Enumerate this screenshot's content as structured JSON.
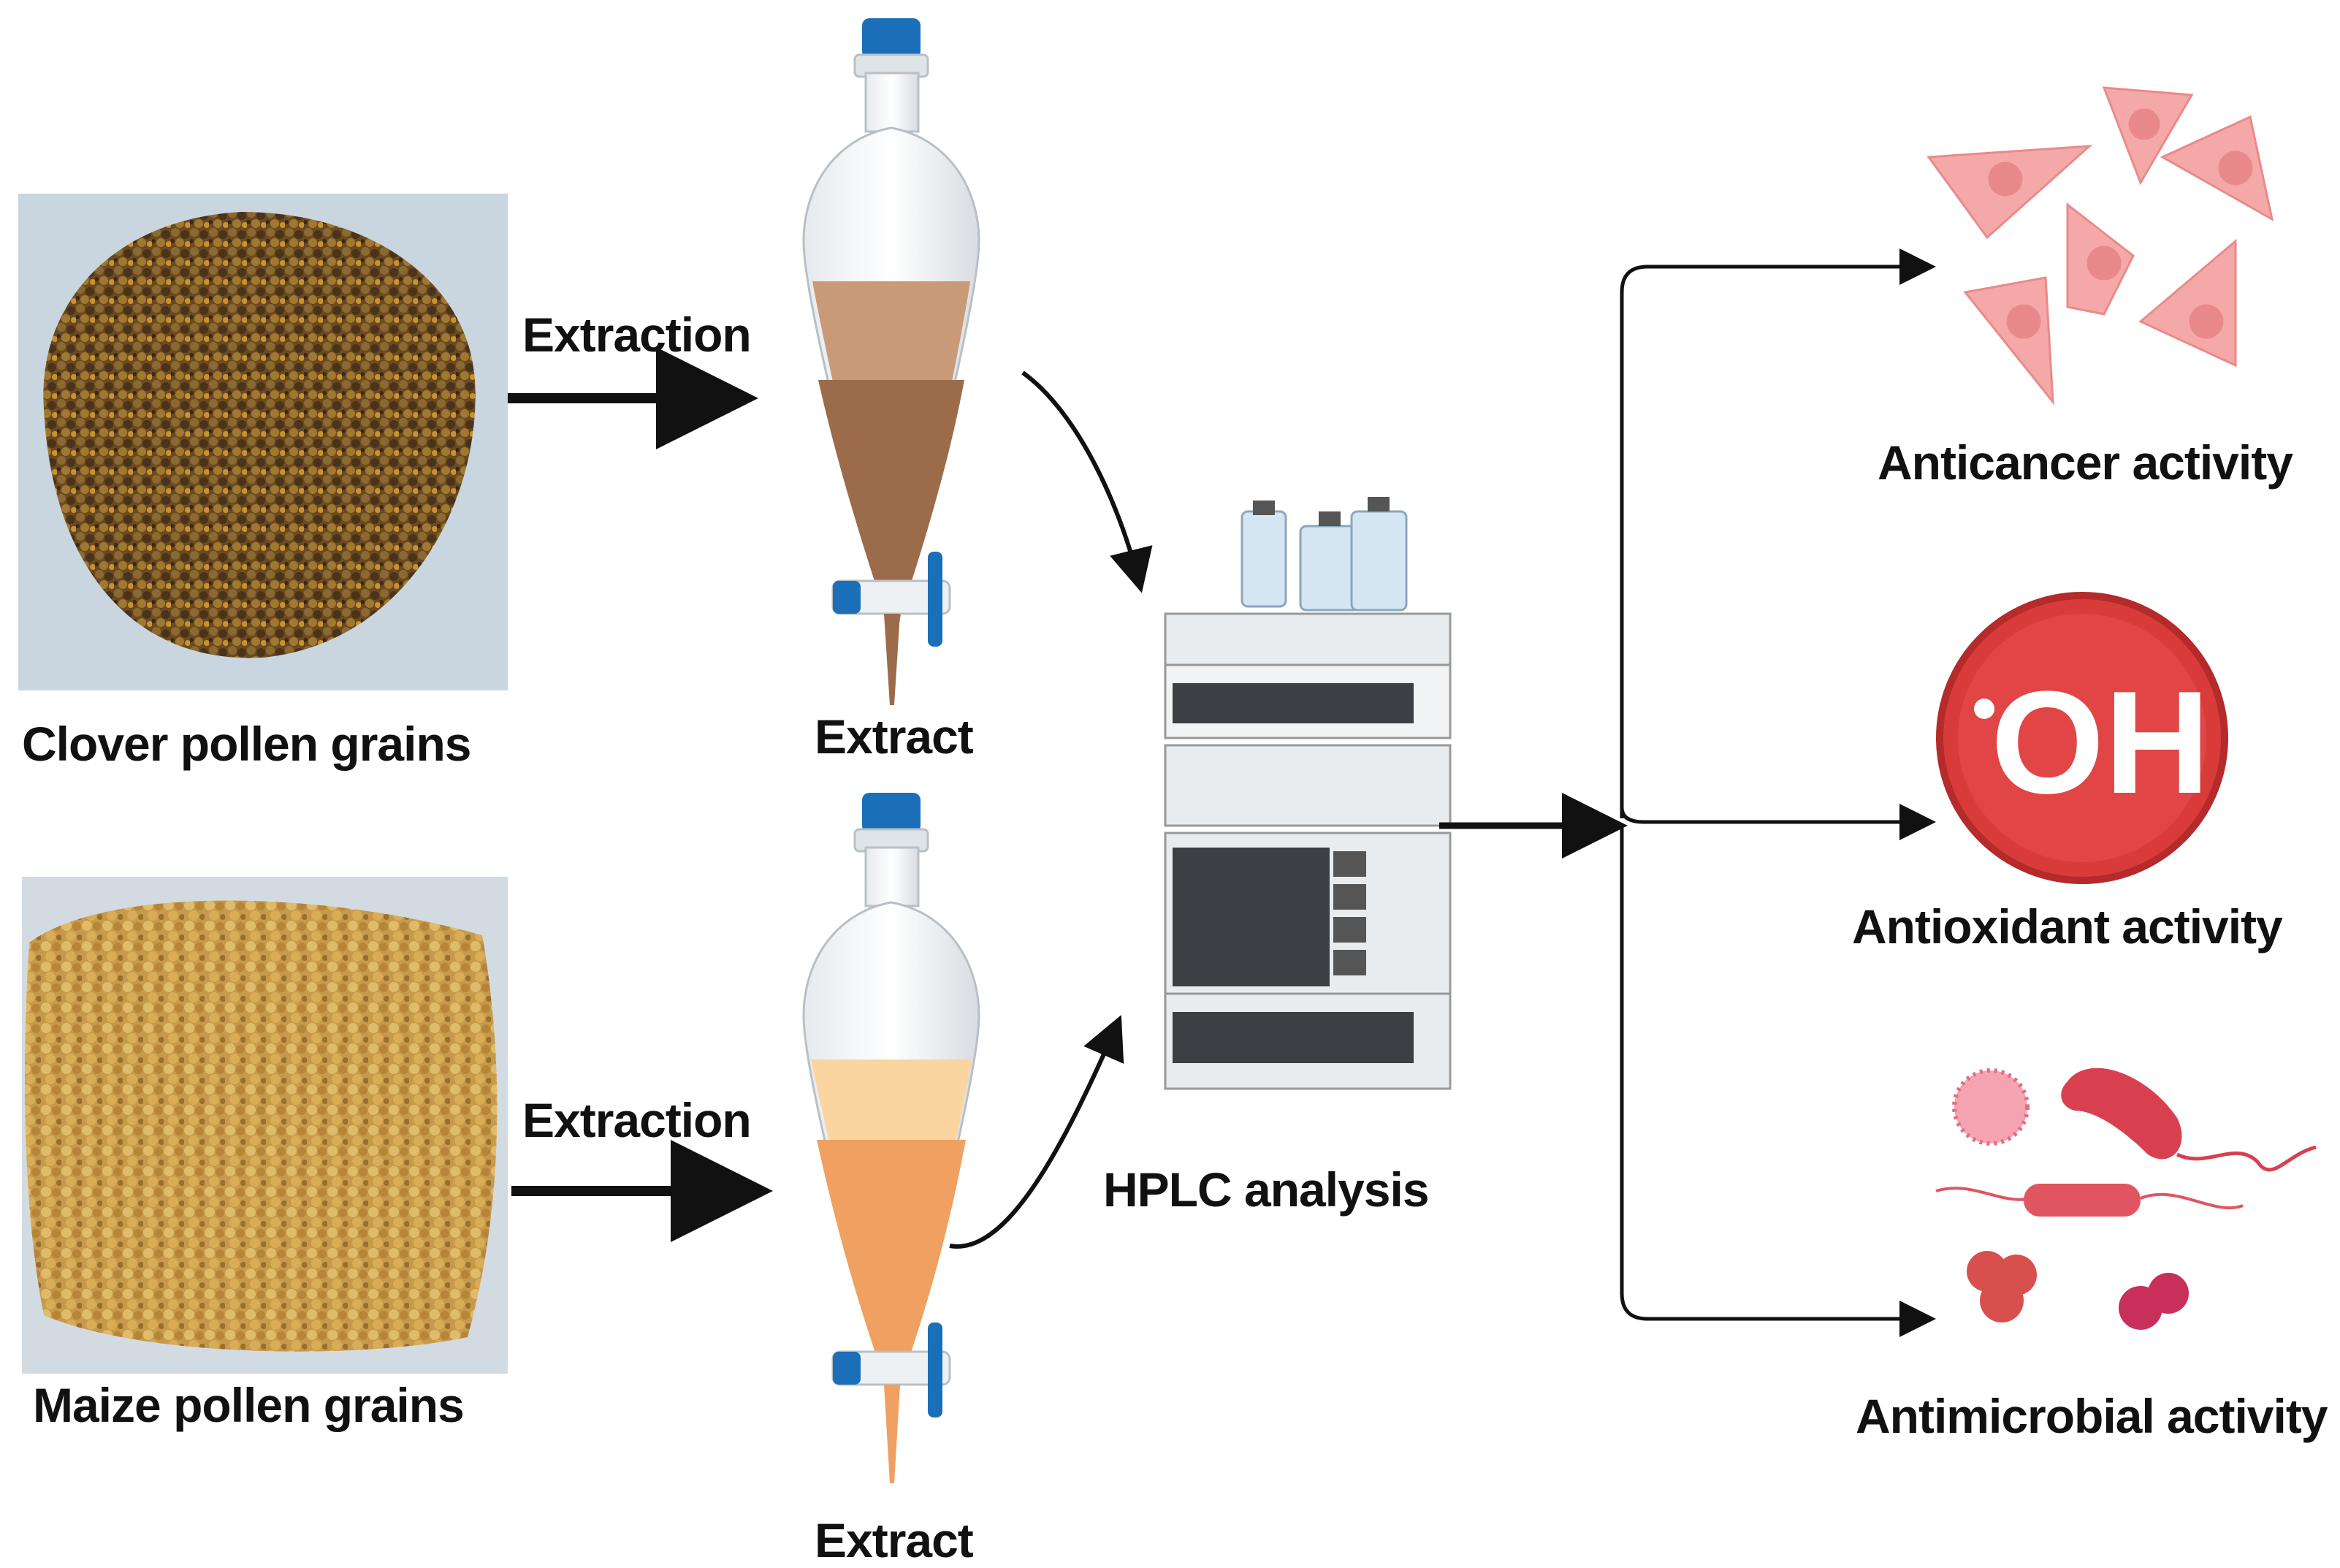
{
  "labels": {
    "clover": "Clover pollen grains",
    "maize": "Maize pollen grains",
    "extraction_top": "Extraction",
    "extraction_bottom": "Extraction",
    "extract_top": "Extract",
    "extract_bottom": "Extract",
    "hplc": "HPLC analysis",
    "anticancer": "Anticancer activity",
    "antioxidant": "Antioxidant activity",
    "antimicrobial": "Antimicrobial activity",
    "oh_symbol": "OH"
  },
  "colors": {
    "clover_photo_bg": "#c9d6e0",
    "maize_photo_bg": "#d3dbe2",
    "extract_top": "#9c6b4a",
    "extract_bottom": "#f0a060",
    "stopper": "#1a6fb8",
    "cells": "#f4a9a8",
    "oh_red": "#d93b3b",
    "microbes": "#e05560",
    "arrows": "#111111"
  }
}
